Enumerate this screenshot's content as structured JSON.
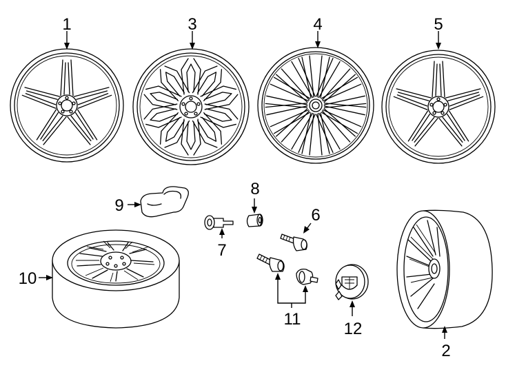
{
  "diagram": {
    "parts": [
      {
        "id": "1",
        "label": "1",
        "icon": "five-spoke-wheel-icon"
      },
      {
        "id": "2",
        "label": "2",
        "icon": "wheel-side-view-icon"
      },
      {
        "id": "3",
        "label": "3",
        "icon": "multi-spoke-wheel-icon"
      },
      {
        "id": "4",
        "label": "4",
        "icon": "split-spoke-wheel-icon"
      },
      {
        "id": "5",
        "label": "5",
        "icon": "five-spoke-wheel-icon"
      },
      {
        "id": "6",
        "label": "6",
        "icon": "lug-bolt-icon"
      },
      {
        "id": "7",
        "label": "7",
        "icon": "valve-stem-icon"
      },
      {
        "id": "8",
        "label": "8",
        "icon": "valve-cap-icon"
      },
      {
        "id": "9",
        "label": "9",
        "icon": "pressure-sensor-icon"
      },
      {
        "id": "10",
        "label": "10",
        "icon": "spare-tire-icon"
      },
      {
        "id": "11",
        "label": "11",
        "icon": "locking-bolt-set-icon"
      },
      {
        "id": "12",
        "label": "12",
        "icon": "center-cap-icon"
      }
    ]
  }
}
